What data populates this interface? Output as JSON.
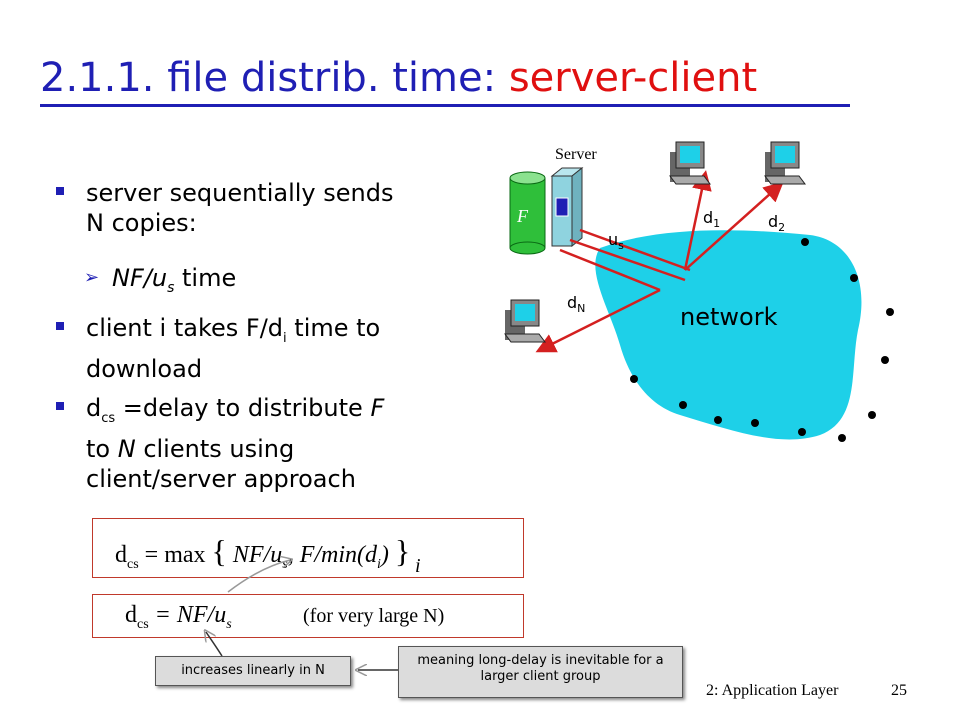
{
  "title": {
    "prefix": "2.1.1. file distrib. time: ",
    "highlight": "server-client"
  },
  "bullets": [
    {
      "line1": "server sequentially sends",
      "line2": "N copies:"
    },
    {
      "sub": "NF/u",
      "sub_sub": "s",
      "sub_tail": " time"
    },
    {
      "line1_a": "client i takes F/d",
      "line1_sub": "i",
      "line1_b": " time to",
      "line2": "download"
    },
    {
      "line1_a": "d",
      "line1_sub": "cs",
      "line1_b": " =delay to  distribute ",
      "line1_it": "F",
      "line2_it": "N",
      "line2_tail": " clients using",
      "line2_pre": "to ",
      "line3": "client/server approach"
    }
  ],
  "formula1": {
    "lhs": "d",
    "lhs_sub": "cs",
    "eq": " = max ",
    "brace_l": "{",
    "t1": " NF/u",
    "t1_sub": "s",
    "t2": ", F/min(d",
    "t2_sub": "i",
    "t2_end": ") ",
    "brace_r": "}",
    "under": "i"
  },
  "formula2": {
    "lhs": "d",
    "lhs_sub": "cs",
    "eq": " = NF/u",
    "rhs_sub": "s",
    "note": "(for very large N)"
  },
  "notes": {
    "left": "increases linearly in N",
    "right": "meaning long-delay is inevitable for a larger client group"
  },
  "diagram": {
    "server_label": "Server",
    "file_label": "F",
    "network_label": "network",
    "links": {
      "us": "u",
      "us_sub": "s",
      "d1": "d",
      "d1_sub": "1",
      "d2": "d",
      "d2_sub": "2",
      "dN": "d",
      "dN_sub": "N"
    }
  },
  "footer": {
    "chapter": "2: Application Layer",
    "page": "25"
  },
  "colors": {
    "title_blue": "#1f1fb4",
    "title_red": "#e01010",
    "network": "#1ed0e8",
    "arrow": "#d42020"
  }
}
